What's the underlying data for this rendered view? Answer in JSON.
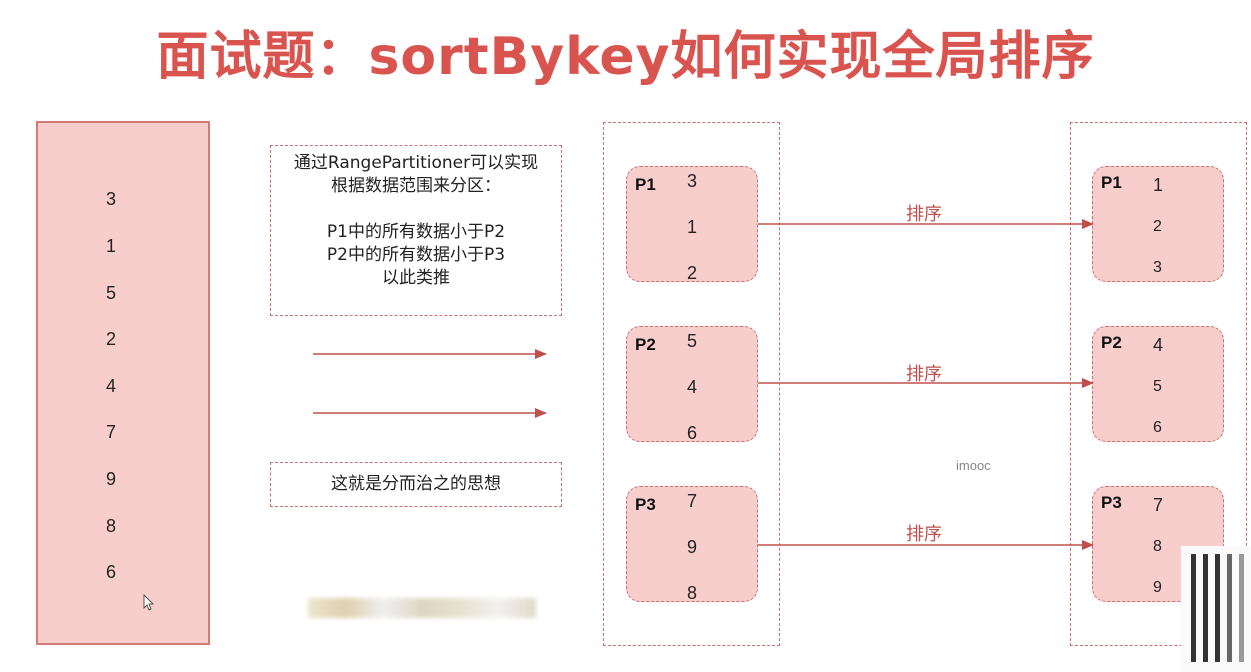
{
  "title": "面试题：sortBykey如何实现全局排序",
  "source": {
    "values": [
      "3",
      "1",
      "5",
      "2",
      "4",
      "7",
      "9",
      "8",
      "6"
    ]
  },
  "note1": {
    "lines": [
      "通过RangePartitioner可以实现",
      "根据数据范围来分区：",
      "",
      "P1中的所有数据小于P2",
      "P2中的所有数据小于P3",
      "以此类推"
    ]
  },
  "note2": {
    "text": "这就是分而治之的思想"
  },
  "partitions_before": [
    {
      "label": "P1",
      "values": [
        "3",
        "1",
        "2"
      ]
    },
    {
      "label": "P2",
      "values": [
        "5",
        "4",
        "6"
      ]
    },
    {
      "label": "P3",
      "values": [
        "7",
        "9",
        "8"
      ]
    }
  ],
  "partitions_after": [
    {
      "label": "P1",
      "values": [
        "1",
        "2",
        "3"
      ]
    },
    {
      "label": "P2",
      "values": [
        "4",
        "5",
        "6"
      ]
    },
    {
      "label": "P3",
      "values": [
        "7",
        "8",
        "9"
      ]
    }
  ],
  "sort_labels": [
    "排序",
    "排序",
    "排序"
  ],
  "watermark": "imooc",
  "colors": {
    "accent": "#d9534f",
    "fill": "#f8cecc",
    "border": "#c8706d",
    "arrow": "#c0504d"
  }
}
